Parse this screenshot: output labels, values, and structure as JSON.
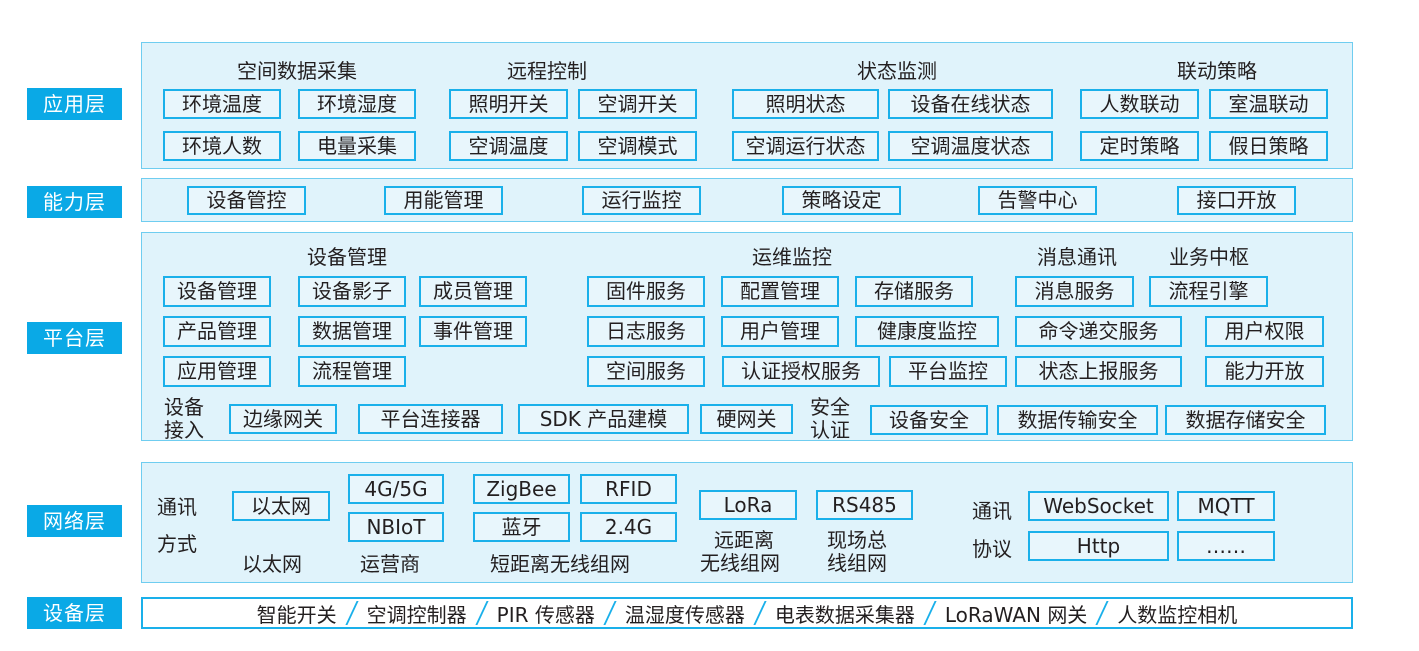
{
  "layers": {
    "application": {
      "label": "应用层",
      "groups": [
        {
          "title": "空间数据采集",
          "items": [
            "环境温度",
            "环境湿度",
            "环境人数",
            "电量采集"
          ]
        },
        {
          "title": "远程控制",
          "items": [
            "照明开关",
            "空调开关",
            "空调温度",
            "空调模式"
          ]
        },
        {
          "title": "状态监测",
          "items": [
            "照明状态",
            "设备在线状态",
            "空调运行状态",
            "空调温度状态"
          ]
        },
        {
          "title": "联动策略",
          "items": [
            "人数联动",
            "室温联动",
            "定时策略",
            "假日策略"
          ]
        }
      ]
    },
    "ability": {
      "label": "能力层",
      "items": [
        "设备管控",
        "用能管理",
        "运行监控",
        "策略设定",
        "告警中心",
        "接口开放"
      ]
    },
    "platform": {
      "label": "平台层",
      "groups": [
        {
          "title": "设备管理",
          "items": [
            "设备管理",
            "设备影子",
            "成员管理",
            "产品管理",
            "数据管理",
            "事件管理",
            "应用管理",
            "流程管理"
          ]
        },
        {
          "title": "运维监控",
          "items": [
            "固件服务",
            "配置管理",
            "存储服务",
            "日志服务",
            "用户管理",
            "健康度监控",
            "空间服务",
            "认证授权服务",
            "平台监控"
          ]
        },
        {
          "title": "消息通讯",
          "items": [
            "消息服务",
            "命令递交服务",
            "状态上报服务"
          ]
        },
        {
          "title": "业务中枢",
          "items": [
            "流程引擎",
            "用户权限",
            "能力开放"
          ]
        }
      ],
      "access": {
        "label_line1": "设备",
        "label_line2": "接入",
        "items": [
          "边缘网关",
          "平台连接器",
          "SDK 产品建模",
          "硬网关"
        ]
      },
      "security": {
        "label_line1": "安全",
        "label_line2": "认证",
        "items": [
          "设备安全",
          "数据传输安全",
          "数据存储安全"
        ]
      }
    },
    "network": {
      "label": "网络层",
      "comm_method_line1": "通讯",
      "comm_method_line2": "方式",
      "ethernet": {
        "items": [
          "以太网"
        ],
        "caption": "以太网"
      },
      "carrier": {
        "items": [
          "4G/5G",
          "NBIoT"
        ],
        "caption": "运营商"
      },
      "short_range": {
        "items": [
          "ZigBee",
          "RFID",
          "蓝牙",
          "2.4G"
        ],
        "caption": "短距离无线组网"
      },
      "long_range": {
        "items": [
          "LoRa"
        ],
        "caption_line1": "远距离",
        "caption_line2": "无线组网"
      },
      "fieldbus": {
        "items": [
          "RS485"
        ],
        "caption_line1": "现场总",
        "caption_line2": "线组网"
      },
      "protocol_line1": "通讯",
      "protocol_line2": "协议",
      "protocols": [
        "WebSocket",
        "MQTT",
        "Http",
        "……"
      ]
    },
    "device": {
      "label": "设备层",
      "items": [
        "智能开关",
        "空调控制器",
        "PIR 传感器",
        "温湿度传感器",
        "电表数据采集器",
        "LoRaWAN 网关",
        "人数监控相机"
      ]
    }
  },
  "colors": {
    "label_bg": "#0aa9e6",
    "panel_bg": "#e0f3fb",
    "box_border": "#1ab0ea",
    "text": "#231f20"
  }
}
